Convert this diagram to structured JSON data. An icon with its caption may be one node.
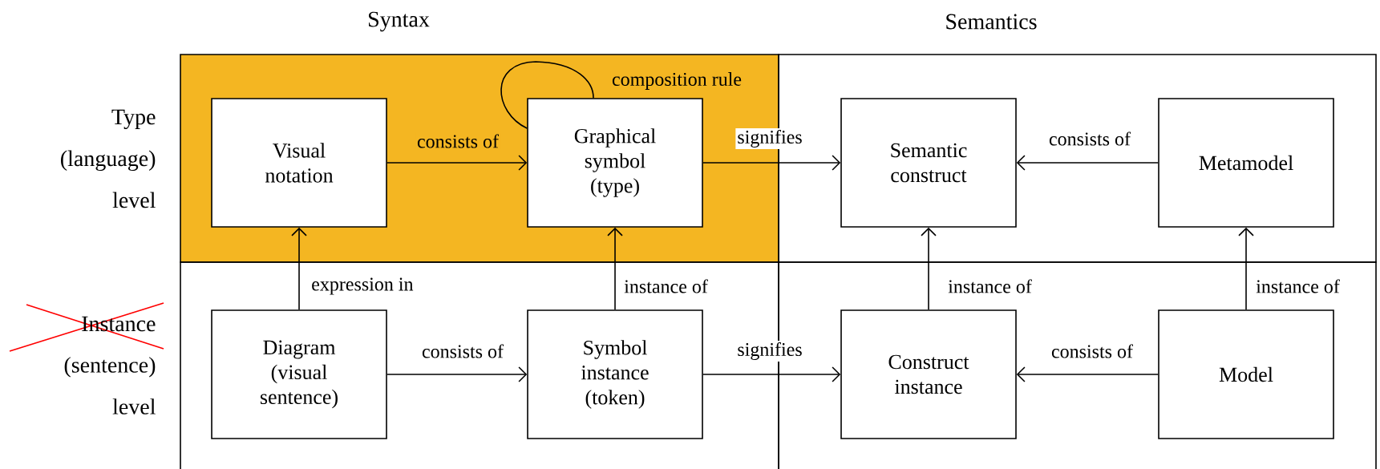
{
  "diagram": {
    "nodes": [
      {
        "text": [
          "Visual notation"
        ]
      },
      {
        "text": [
          "Graphical symbol (type)"
        ]
      },
      {
        "text": [
          "Semantic construct"
        ]
      },
      {
        "text": [
          "Metamodel"
        ]
      },
      {
        "text": [
          "Diagram (visual sentence)"
        ]
      },
      {
        "text": [
          "Symbol instance (token)"
        ]
      },
      {
        "text": [
          "Construct instance"
        ]
      },
      {
        "text": [
          "Model"
        ]
      }
    ],
    "edges": [
      {
        "from": 0,
        "to": 1,
        "arrow": "to",
        "label": "consists of"
      },
      {
        "from": 1,
        "to": 1,
        "arrow": "none",
        "label": "composition rule"
      },
      {
        "from": 1,
        "to": 2,
        "arrow": "to",
        "label": "signifies"
      },
      {
        "from": 3,
        "to": 2,
        "arrow": "to",
        "label": "consists of"
      },
      {
        "from": 4,
        "to": 0,
        "arrow": "to",
        "label": "expression in"
      },
      {
        "from": 4,
        "to": 5,
        "arrow": "to",
        "label": "consists of"
      },
      {
        "from": 5,
        "to": 1,
        "arrow": "to",
        "label": "instance of"
      },
      {
        "from": 5,
        "to": 6,
        "arrow": "to",
        "label": "signifies"
      },
      {
        "from": 7,
        "to": 6,
        "arrow": "to",
        "label": "consists of"
      },
      {
        "from": 6,
        "to": 2,
        "arrow": "to",
        "label": "instance of"
      },
      {
        "from": 7,
        "to": 3,
        "arrow": "to",
        "label": "instance of"
      }
    ],
    "labels": [
      "Syntax",
      "Semantics",
      "Type (language) level",
      "Instance",
      "(sentence) level"
    ]
  }
}
